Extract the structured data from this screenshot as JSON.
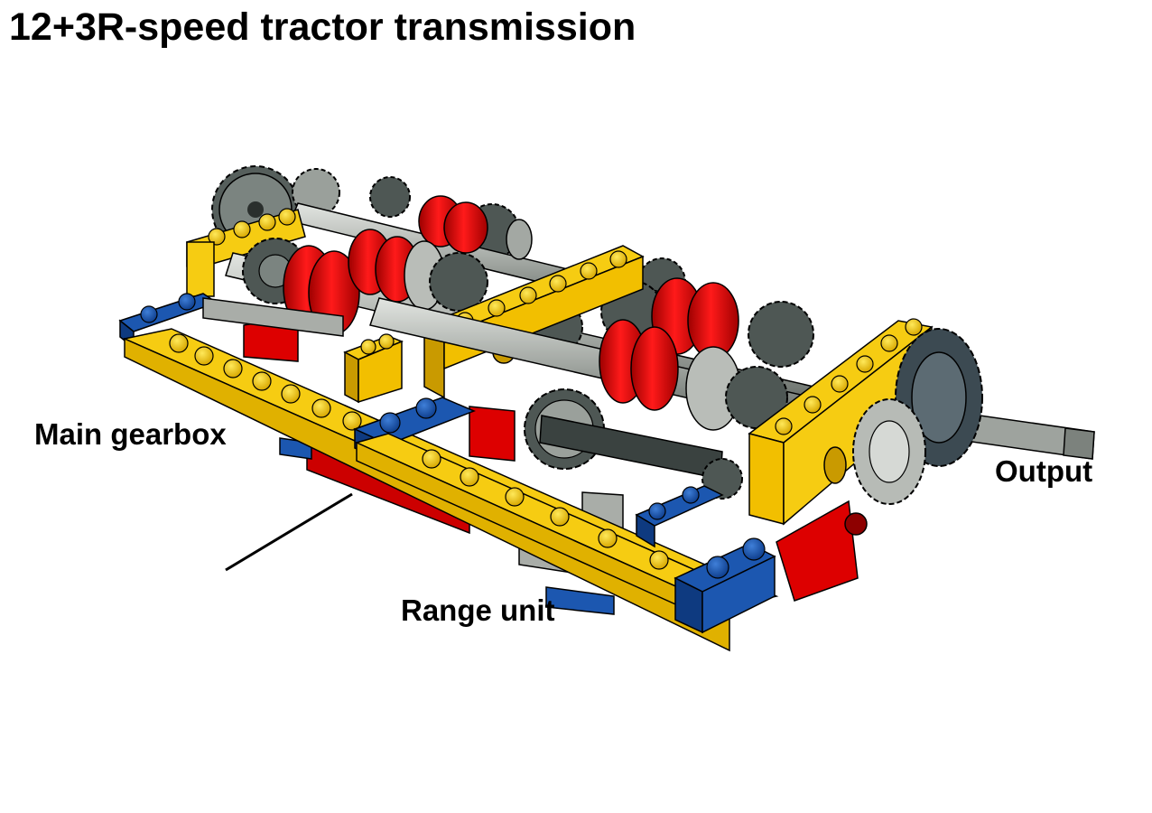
{
  "title": "12+3R-speed tractor transmission",
  "labels": {
    "main_gearbox": "Main gearbox",
    "range_unit": "Range unit",
    "output": "Output"
  },
  "colors": {
    "yellow": "#f6cc12",
    "yellow_dark": "#c99a00",
    "blue": "#1c57b0",
    "blue_dark": "#0e3a80",
    "red": "#dd0000",
    "red_dark": "#8e0000",
    "gray_light": "#b9bdb8",
    "gray_dark": "#4c5552",
    "outline": "#000000"
  }
}
